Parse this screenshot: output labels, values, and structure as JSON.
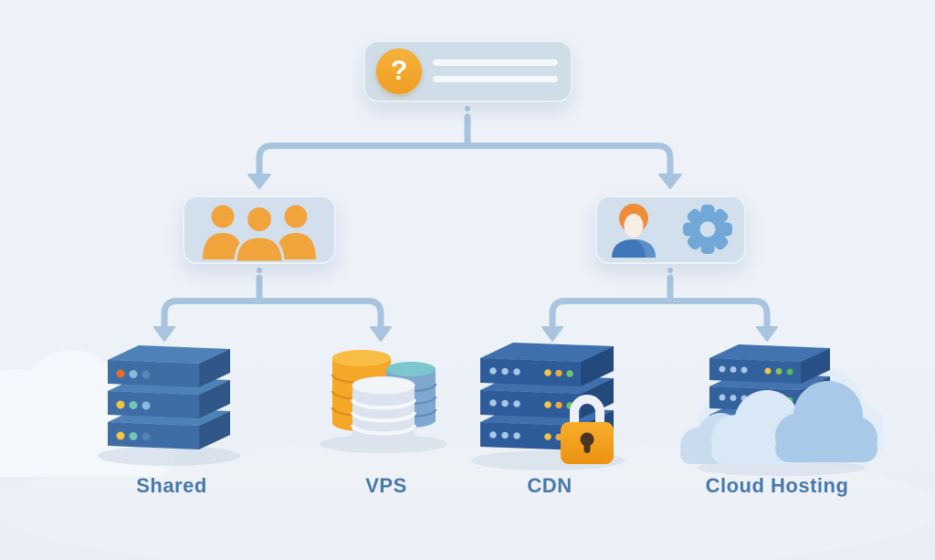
{
  "palette": {
    "background": "#edf1f8",
    "card_fill": "#cfdde9",
    "branch_card_fill": "#d2e0ee",
    "connector": "#a9c4de",
    "accent_orange": "#f2a93b",
    "people_orange": "#f1a33c",
    "label_blue": "#4779ab",
    "server_blue_front": "#3e6da6",
    "server_navy_front": "#2e5b99",
    "lock_orange": "#f5a623",
    "cloud_blue": "#a8c9e8",
    "gear_blue": "#72a8d8"
  },
  "root_node": {
    "icon": "question-icon",
    "glyph": "?",
    "placeholder_lines": 2
  },
  "branch_nodes": [
    {
      "id": "users",
      "icon": "users-icon"
    },
    {
      "id": "admin",
      "icons": [
        "user-avatar-icon",
        "gear-icon"
      ]
    }
  ],
  "options": [
    {
      "id": "shared",
      "label": "Shared",
      "icon": "server-stack-icon"
    },
    {
      "id": "vps",
      "label": "VPS",
      "icon": "database-cylinders-icon"
    },
    {
      "id": "cdn",
      "label": "CDN",
      "icon": "server-lock-icon"
    },
    {
      "id": "cloud-hosting",
      "label": "Cloud Hosting",
      "icon": "cloud-servers-icon"
    }
  ]
}
